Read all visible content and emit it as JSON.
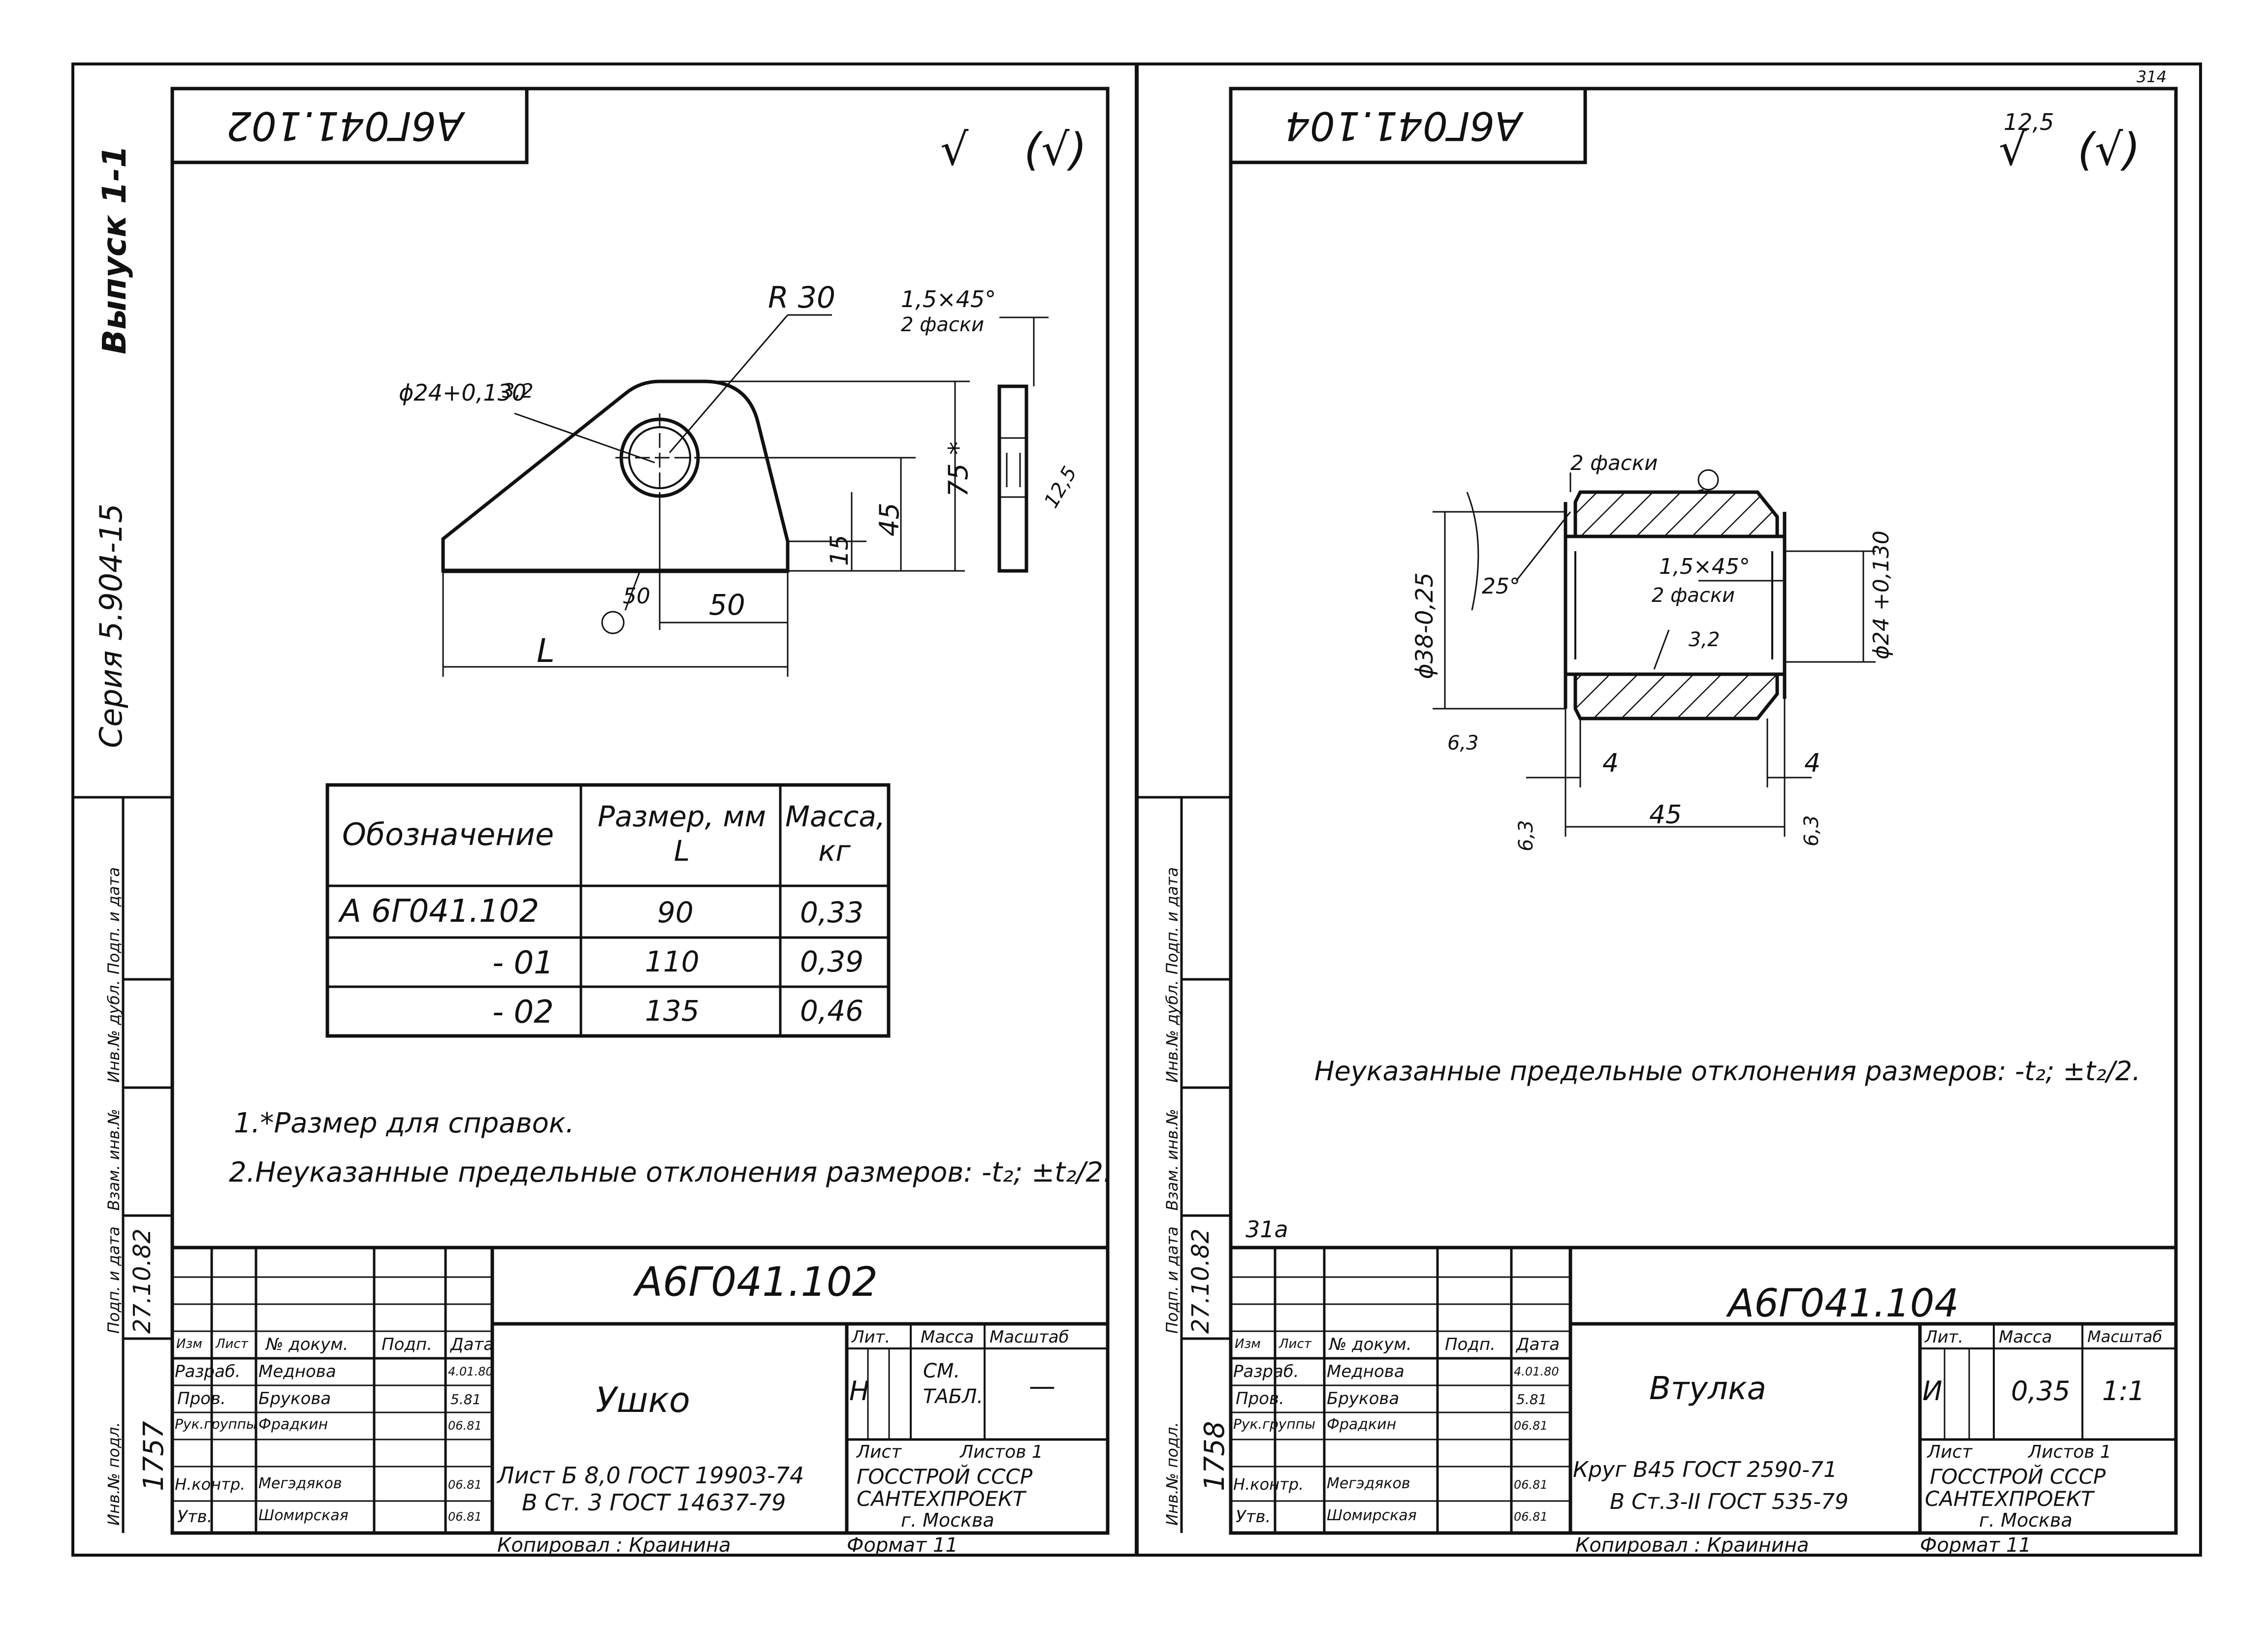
{
  "series_label": "Серия 5.904-15",
  "issue_label": "Выпуск 1-1",
  "sheets": [
    {
      "code_rotated": "А6Г041.102",
      "roughness_note": "(√)",
      "dims": {
        "r30": "R 30",
        "chamfer": "1,5×45°",
        "chamfer_count": "2 фаски",
        "bore": "ϕ24+0,130",
        "bore_roughness": "3,2",
        "d75": "75 *",
        "d45": "45",
        "d15": "15",
        "d50": "50",
        "r50": "50",
        "len": "L",
        "edge_roughness": "12,5"
      },
      "table": {
        "headers": [
          "Обозначение",
          "Размер, мм L",
          "Масса, кг"
        ],
        "rows": [
          [
            "А 6Г041.102",
            "90",
            "0,33"
          ],
          [
            "- 01",
            "110",
            "0,39"
          ],
          [
            "- 02",
            "135",
            "0,46"
          ]
        ]
      },
      "notes": [
        "1.*Размер для справок.",
        "2.Неуказанные предельные отклонения размеров: -t₂; ±t₂/2."
      ],
      "title_block": {
        "code": "А6Г041.102",
        "name": "Ушко",
        "material_1": "Лист Б 8,0 ГОСТ 19903-74",
        "material_2": "В Ст. 3 ГОСТ 14637-79",
        "lit": "Н",
        "mass": "СМ. ТАБЛ.",
        "scale": "—",
        "sheet": "Лист",
        "sheets": "Листов 1",
        "org_1": "ГОССТРОЙ СССР",
        "org_2": "САНТЕХПРОЕКТ",
        "org_3": "г. Москва",
        "col_heads": [
          "Изм",
          "Лист",
          "№ докум.",
          "Подп.",
          "Дата"
        ],
        "roles": [
          "Разраб.",
          "Пров.",
          "Рук.группы",
          "Н.контр.",
          "Утв."
        ],
        "names": [
          "Меднова",
          "Брукова",
          "Фрадкин",
          "Мегэдяков",
          "Шомирская"
        ],
        "dates": [
          "4.01.80",
          "5.81",
          "06.81",
          "06.81",
          "06.81"
        ],
        "hdr_lit": "Лит.",
        "hdr_mass": "Масса",
        "hdr_scale": "Масштаб",
        "inv_number": "1757",
        "date_stamp": "27.10.82"
      },
      "side_labels": [
        "Инв.№ подл.",
        "Подп. и дата",
        "Взам. инв.№",
        "Инв.№ дубл.",
        "Подп. и дата"
      ],
      "copied": "Копировал : Краинина",
      "format": "Формат 11"
    },
    {
      "code_rotated": "А6Г041.104",
      "roughness_note": "12,5",
      "roughness_paren": "(√)",
      "dims": {
        "chamfer_count_a": "2 фаски",
        "angle": "25°",
        "outer_d": "ϕ38-0,25",
        "chamfer": "1,5×45°",
        "chamfer_count_b": "2 фаски",
        "inner_r": "3,2",
        "bore": "ϕ24 +0,130",
        "d4a": "4",
        "d4b": "4",
        "d45": "45",
        "rough_a": "6,3",
        "rough_b": "6,3",
        "rough_c": "6,3"
      },
      "note": "Неуказанные предельные отклонения размеров: -t₂; ±t₂/2.",
      "title_block": {
        "code": "А6Г041.104",
        "name": "Втулка",
        "material_1": "Круг  В45 ГОСТ 2590-71",
        "material_2": "В Ст.3-II ГОСТ 535-79",
        "lit": "И",
        "mass": "0,35",
        "scale": "1:1",
        "sheet": "Лист",
        "sheets": "Листов 1",
        "org_1": "ГОССТРОЙ СССР",
        "org_2": "САНТЕХПРОЕКТ",
        "org_3": "г. Москва",
        "col_heads": [
          "Изм",
          "Лист",
          "№ докум.",
          "Подп.",
          "Дата"
        ],
        "roles": [
          "Разраб.",
          "Пров.",
          "Рук.группы",
          "Н.контр.",
          "Утв."
        ],
        "names": [
          "Меднова",
          "Брукова",
          "Фрадкин",
          "Мегэдяков",
          "Шомирская"
        ],
        "dates": [
          "4.01.80",
          "5.81",
          "06.81",
          "06.81",
          "06.81"
        ],
        "hdr_lit": "Лит.",
        "hdr_mass": "Масса",
        "hdr_scale": "Масштаб",
        "inv_number": "1758",
        "date_stamp": "27.10.82",
        "mark": "31а"
      },
      "side_labels": [
        "Инв.№ подл.",
        "Подп. и дата",
        "Взам. инв.№",
        "Инв.№ дубл.",
        "Подп. и дата"
      ],
      "copied": "Копировал : Краинина",
      "format": "Формат 11",
      "page_mark": "314"
    }
  ]
}
